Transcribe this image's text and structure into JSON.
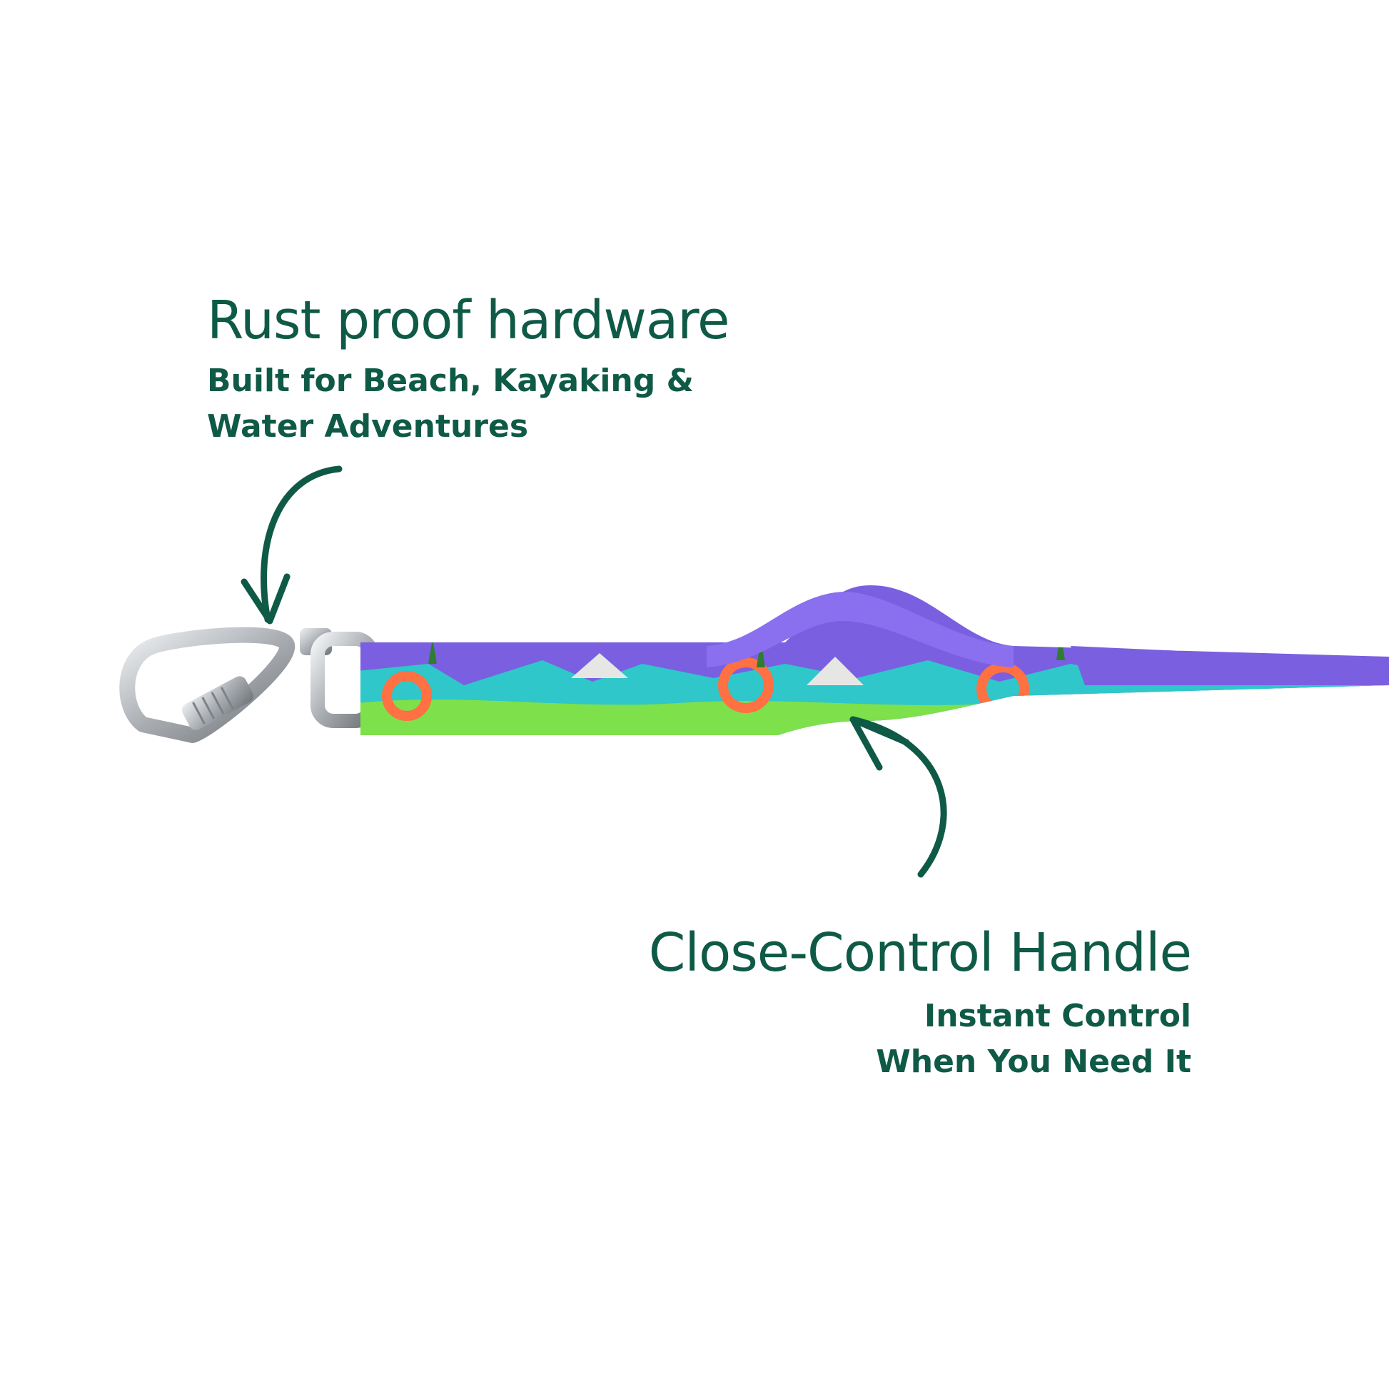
{
  "callouts": {
    "hardware": {
      "title": "Rust proof hardware",
      "subtitle_line1": "Built for Beach, Kayaking &",
      "subtitle_line2": "Water Adventures"
    },
    "handle": {
      "title": "Close-Control Handle",
      "subtitle_line1": "Instant Control",
      "subtitle_line2": "When You Need It"
    }
  },
  "colors": {
    "text_accent": "#0f5a46",
    "strap_purple": "#7a5fe0",
    "carabiner_silver": "#c9cbce"
  },
  "icons": {
    "arrow_to_hardware": "curved-arrow-down-icon",
    "arrow_to_handle": "curved-arrow-up-icon"
  }
}
